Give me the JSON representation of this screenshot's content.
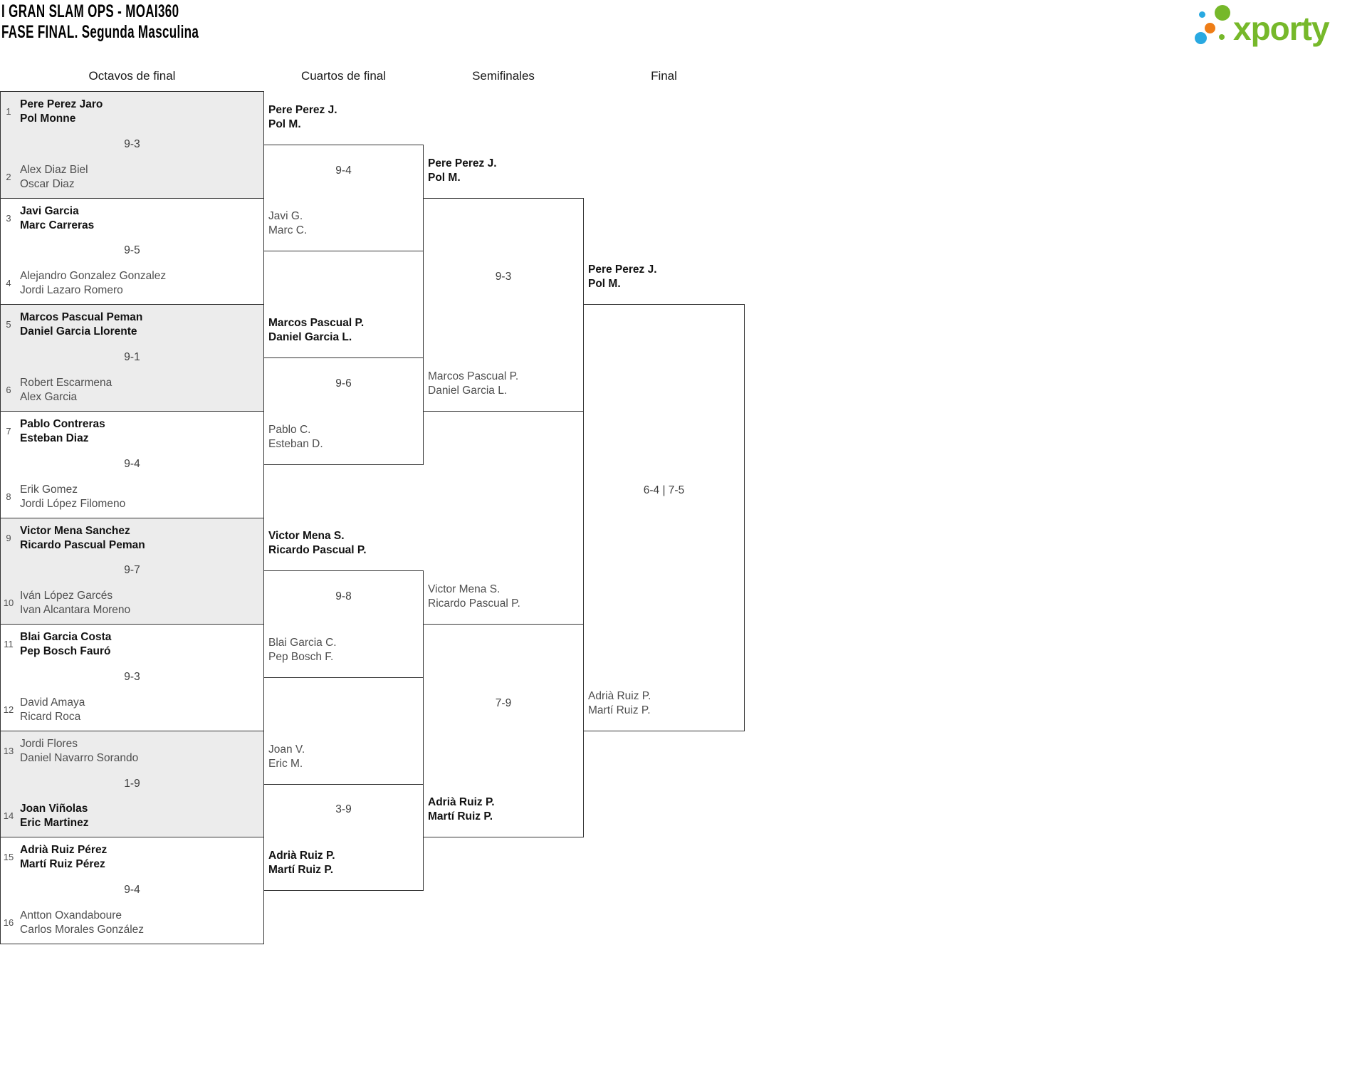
{
  "page": {
    "title_line1": "I GRAN SLAM OPS - MOAI360",
    "title_line2": "FASE FINAL. Segunda Masculina"
  },
  "logo": {
    "text": "xporty",
    "colors": {
      "green": "#76b82a",
      "blue": "#29a9e1",
      "orange": "#ee7d17"
    }
  },
  "bracket": {
    "round_headers": [
      "Octavos de final",
      "Cuartos de final",
      "Semifinales",
      "Final"
    ],
    "rounds": [
      {
        "name": "Octavos de final",
        "matches": [
          {
            "seed_top": "1",
            "team_top": [
              "Pere Perez Jaro",
              "Pol Monne"
            ],
            "score": "9-3",
            "seed_bottom": "2",
            "team_bottom": [
              "Alex Diaz Biel",
              "Oscar Diaz"
            ],
            "winner": "top"
          },
          {
            "seed_top": "3",
            "team_top": [
              "Javi Garcia",
              "Marc Carreras"
            ],
            "score": "9-5",
            "seed_bottom": "4",
            "team_bottom": [
              "Alejandro Gonzalez Gonzalez",
              "Jordi Lazaro Romero"
            ],
            "winner": "top"
          },
          {
            "seed_top": "5",
            "team_top": [
              "Marcos Pascual Peman",
              "Daniel Garcia Llorente"
            ],
            "score": "9-1",
            "seed_bottom": "6",
            "team_bottom": [
              "Robert Escarmena",
              "Alex Garcia"
            ],
            "winner": "top"
          },
          {
            "seed_top": "7",
            "team_top": [
              "Pablo Contreras",
              "Esteban Diaz"
            ],
            "score": "9-4",
            "seed_bottom": "8",
            "team_bottom": [
              "Erik Gomez",
              "Jordi López Filomeno"
            ],
            "winner": "top"
          },
          {
            "seed_top": "9",
            "team_top": [
              "Victor Mena Sanchez",
              "Ricardo Pascual Peman"
            ],
            "score": "9-7",
            "seed_bottom": "10",
            "team_bottom": [
              "Iván López Garcés",
              "Ivan Alcantara Moreno"
            ],
            "winner": "top"
          },
          {
            "seed_top": "11",
            "team_top": [
              "Blai Garcia Costa",
              "Pep Bosch Fauró"
            ],
            "score": "9-3",
            "seed_bottom": "12",
            "team_bottom": [
              "David Amaya",
              "Ricard Roca"
            ],
            "winner": "top"
          },
          {
            "seed_top": "13",
            "team_top": [
              "Jordi Flores",
              "Daniel Navarro Sorando"
            ],
            "score": "1-9",
            "seed_bottom": "14",
            "team_bottom": [
              "Joan Viñolas",
              "Eric Martinez"
            ],
            "winner": "bottom"
          },
          {
            "seed_top": "15",
            "team_top": [
              "Adrià Ruiz Pérez",
              "Martí Ruiz Pérez"
            ],
            "score": "9-4",
            "seed_bottom": "16",
            "team_bottom": [
              "Antton Oxandaboure",
              "Carlos Morales González"
            ],
            "winner": "top"
          }
        ]
      },
      {
        "name": "Cuartos de final",
        "matches": [
          {
            "team_top": [
              "Pere Perez J.",
              "Pol M."
            ],
            "score": "9-4",
            "team_bottom": [
              "Javi G.",
              "Marc C."
            ],
            "winner": "top"
          },
          {
            "team_top": [
              "Marcos Pascual P.",
              "Daniel Garcia L."
            ],
            "score": "9-6",
            "team_bottom": [
              "Pablo C.",
              "Esteban D."
            ],
            "winner": "top"
          },
          {
            "team_top": [
              "Victor Mena S.",
              "Ricardo Pascual P."
            ],
            "score": "9-8",
            "team_bottom": [
              "Blai Garcia C.",
              "Pep Bosch F."
            ],
            "winner": "top"
          },
          {
            "team_top": [
              "Joan V.",
              "Eric M."
            ],
            "score": "3-9",
            "team_bottom": [
              "Adrià Ruiz P.",
              "Martí Ruiz P."
            ],
            "winner": "bottom"
          }
        ]
      },
      {
        "name": "Semifinales",
        "matches": [
          {
            "team_top": [
              "Pere Perez J.",
              "Pol M."
            ],
            "score": "9-3",
            "team_bottom": [
              "Marcos Pascual P.",
              "Daniel Garcia L."
            ],
            "winner": "top"
          },
          {
            "team_top": [
              "Victor Mena S.",
              "Ricardo Pascual P."
            ],
            "score": "7-9",
            "team_bottom": [
              "Adrià Ruiz P.",
              "Martí Ruiz P."
            ],
            "winner": "bottom"
          }
        ]
      },
      {
        "name": "Final",
        "matches": [
          {
            "team_top": [
              "Pere Perez J.",
              "Pol M."
            ],
            "score": "6-4 | 7-5",
            "team_bottom": [
              "Adrià Ruiz P.",
              "Martí Ruiz P."
            ],
            "winner": "top"
          }
        ]
      }
    ]
  }
}
